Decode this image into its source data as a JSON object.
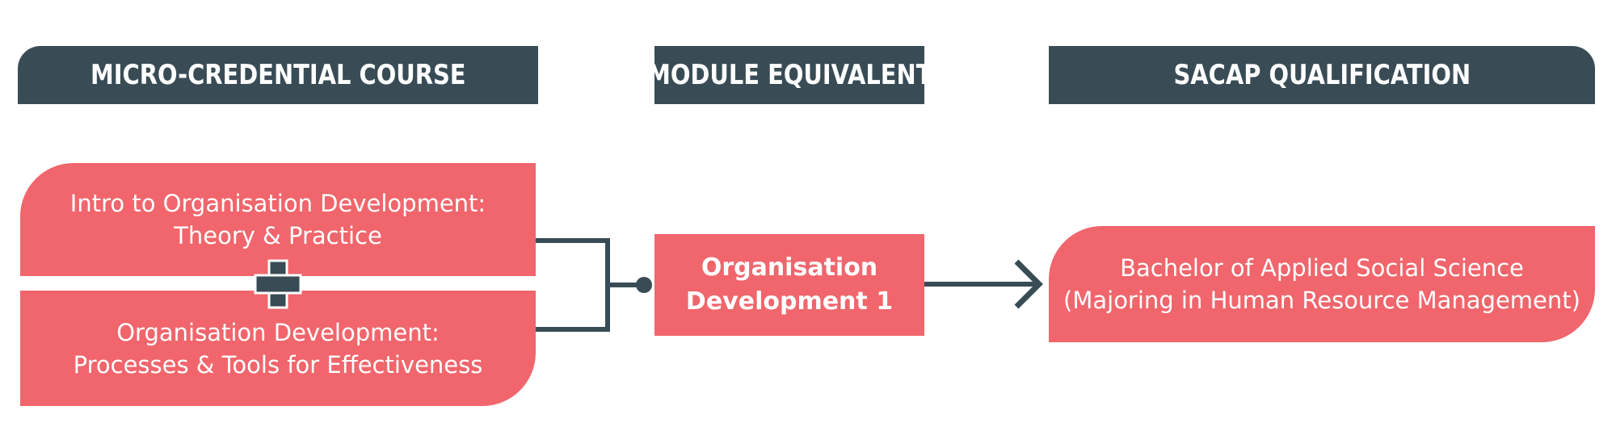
{
  "headers": {
    "course": "MICRO-CREDENTIAL COURSE",
    "module": "MODULE EQUIVALENT",
    "qualification": "SACAP QUALIFICATION"
  },
  "course_boxes": [
    {
      "line1": "Intro to Organisation Development:",
      "line2": "Theory & Practice"
    },
    {
      "line1": "Organisation Development:",
      "line2": "Processes & Tools for Effectiveness"
    }
  ],
  "module_box": {
    "line1": "Organisation",
    "line2": "Development 1"
  },
  "qualification_box": {
    "line1": "Bachelor of Applied Social Science",
    "line2": "(Majoring in Human Resource Management)"
  },
  "colors": {
    "header_bg": "#394c56",
    "box_bg": "#f0666c",
    "connector": "#394c56",
    "text": "#ffffff"
  },
  "icons": [
    "plus-icon",
    "arrow-right-icon"
  ]
}
